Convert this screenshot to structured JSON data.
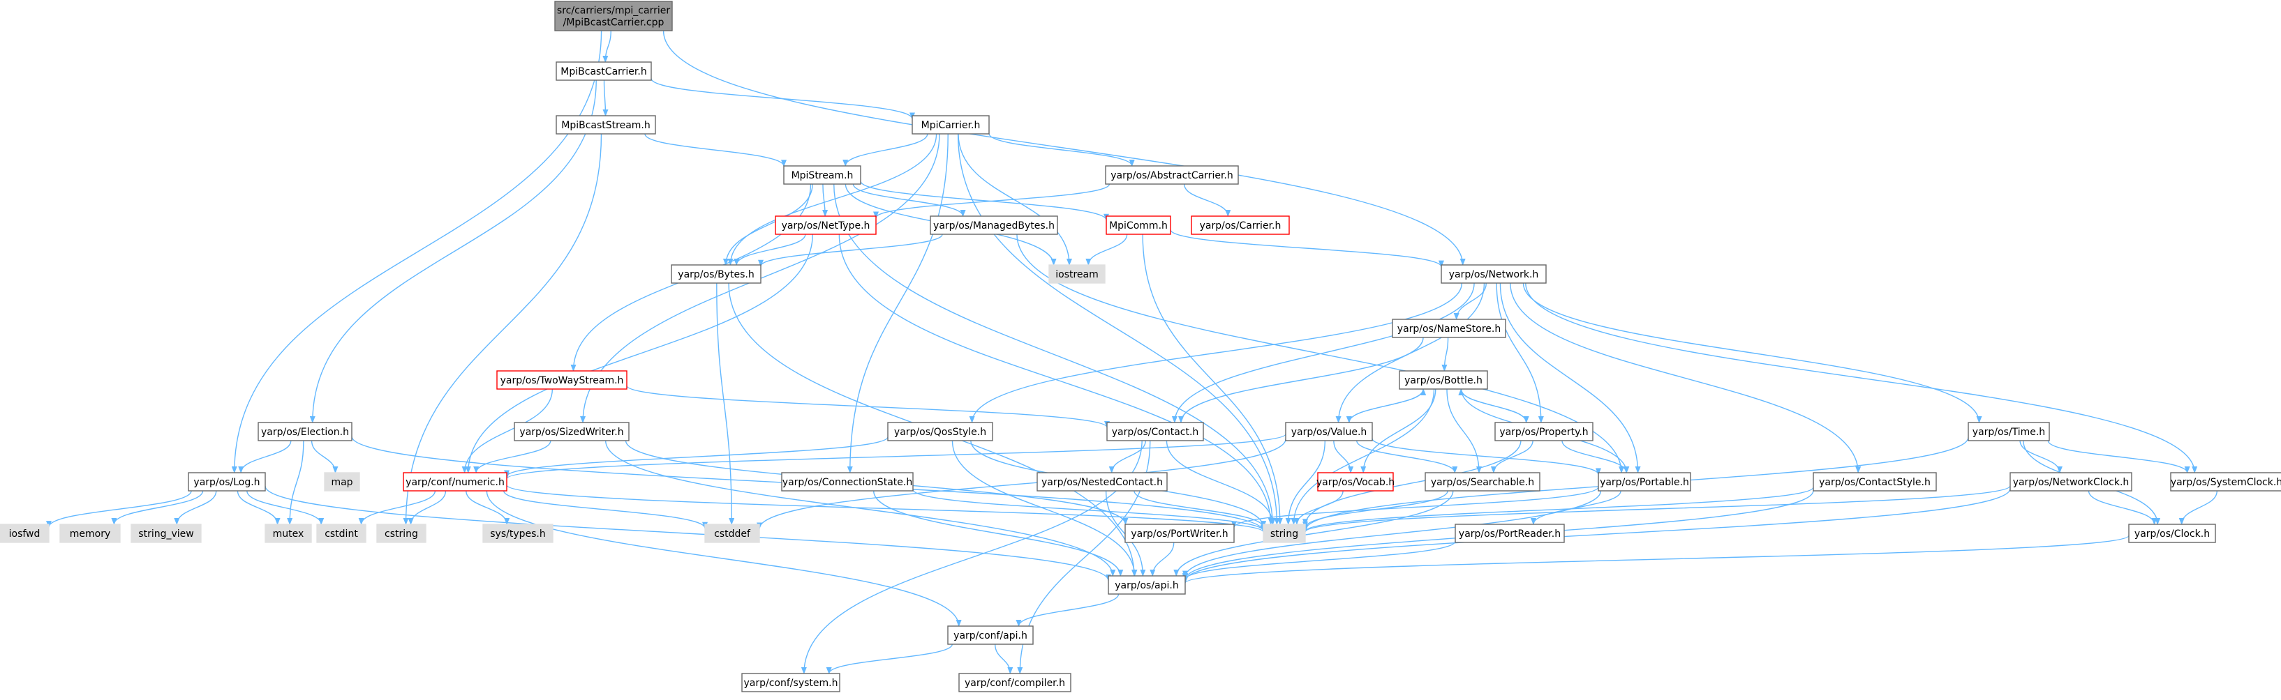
{
  "colors": {
    "edge": "#63b8ff",
    "default_border": "#666666",
    "default_fill": "#ffffff",
    "root_fill": "#999999",
    "root_border": "#666666",
    "external_fill": "#e0e0e0",
    "external_border": "#e0e0e0",
    "truncated_border": "#ff0000"
  },
  "nodes": [
    {
      "id": "root",
      "label": "src/carriers/mpi_carrier\n/MpiBcastCarrier.cpp",
      "kind": "root"
    },
    {
      "id": "mbc",
      "label": "MpiBcastCarrier.h",
      "kind": "default"
    },
    {
      "id": "mbs",
      "label": "MpiBcastStream.h",
      "kind": "default"
    },
    {
      "id": "mc",
      "label": "MpiCarrier.h",
      "kind": "default"
    },
    {
      "id": "ms",
      "label": "MpiStream.h",
      "kind": "default"
    },
    {
      "id": "abs",
      "label": "yarp/os/AbstractCarrier.h",
      "kind": "default"
    },
    {
      "id": "nettype",
      "label": "yarp/os/NetType.h",
      "kind": "truncated"
    },
    {
      "id": "mbytes",
      "label": "yarp/os/ManagedBytes.h",
      "kind": "default"
    },
    {
      "id": "mcomm",
      "label": "MpiComm.h",
      "kind": "truncated"
    },
    {
      "id": "carrier",
      "label": "yarp/os/Carrier.h",
      "kind": "truncated"
    },
    {
      "id": "iostream",
      "label": "iostream",
      "kind": "external"
    },
    {
      "id": "bytes",
      "label": "yarp/os/Bytes.h",
      "kind": "default"
    },
    {
      "id": "network",
      "label": "yarp/os/Network.h",
      "kind": "default"
    },
    {
      "id": "namestore",
      "label": "yarp/os/NameStore.h",
      "kind": "default"
    },
    {
      "id": "twoway",
      "label": "yarp/os/TwoWayStream.h",
      "kind": "truncated"
    },
    {
      "id": "bottle",
      "label": "yarp/os/Bottle.h",
      "kind": "default"
    },
    {
      "id": "election",
      "label": "yarp/os/Election.h",
      "kind": "default"
    },
    {
      "id": "map",
      "label": "map",
      "kind": "external"
    },
    {
      "id": "sizedw",
      "label": "yarp/os/SizedWriter.h",
      "kind": "default"
    },
    {
      "id": "qos",
      "label": "yarp/os/QosStyle.h",
      "kind": "default"
    },
    {
      "id": "contact",
      "label": "yarp/os/Contact.h",
      "kind": "default"
    },
    {
      "id": "value",
      "label": "yarp/os/Value.h",
      "kind": "default"
    },
    {
      "id": "property",
      "label": "yarp/os/Property.h",
      "kind": "default"
    },
    {
      "id": "time",
      "label": "yarp/os/Time.h",
      "kind": "default"
    },
    {
      "id": "log",
      "label": "yarp/os/Log.h",
      "kind": "default"
    },
    {
      "id": "numeric",
      "label": "yarp/conf/numeric.h",
      "kind": "truncated"
    },
    {
      "id": "connstate",
      "label": "yarp/os/ConnectionState.h",
      "kind": "default"
    },
    {
      "id": "nested",
      "label": "yarp/os/NestedContact.h",
      "kind": "default"
    },
    {
      "id": "vocab",
      "label": "yarp/os/Vocab.h",
      "kind": "truncated"
    },
    {
      "id": "searchable",
      "label": "yarp/os/Searchable.h",
      "kind": "default"
    },
    {
      "id": "portable",
      "label": "yarp/os/Portable.h",
      "kind": "default"
    },
    {
      "id": "contactstyle",
      "label": "yarp/os/ContactStyle.h",
      "kind": "default"
    },
    {
      "id": "netclock",
      "label": "yarp/os/NetworkClock.h",
      "kind": "default"
    },
    {
      "id": "sysclock",
      "label": "yarp/os/SystemClock.h",
      "kind": "default"
    },
    {
      "id": "iosfwd",
      "label": "iosfwd",
      "kind": "external"
    },
    {
      "id": "memory",
      "label": "memory",
      "kind": "external"
    },
    {
      "id": "string_view",
      "label": "string_view",
      "kind": "external"
    },
    {
      "id": "mutex",
      "label": "mutex",
      "kind": "external"
    },
    {
      "id": "cstdint",
      "label": "cstdint",
      "kind": "external"
    },
    {
      "id": "cstring",
      "label": "cstring",
      "kind": "external"
    },
    {
      "id": "systypes",
      "label": "sys/types.h",
      "kind": "external"
    },
    {
      "id": "cstddef",
      "label": "cstddef",
      "kind": "external"
    },
    {
      "id": "string",
      "label": "string",
      "kind": "external"
    },
    {
      "id": "portwriter",
      "label": "yarp/os/PortWriter.h",
      "kind": "default"
    },
    {
      "id": "portreader",
      "label": "yarp/os/PortReader.h",
      "kind": "default"
    },
    {
      "id": "clock",
      "label": "yarp/os/Clock.h",
      "kind": "default"
    },
    {
      "id": "osapi",
      "label": "yarp/os/api.h",
      "kind": "default"
    },
    {
      "id": "confapi",
      "label": "yarp/conf/api.h",
      "kind": "default"
    },
    {
      "id": "system",
      "label": "yarp/conf/system.h",
      "kind": "default"
    },
    {
      "id": "compiler",
      "label": "yarp/conf/compiler.h",
      "kind": "default"
    }
  ],
  "edges": [
    [
      "root",
      "mbc"
    ],
    [
      "root",
      "log"
    ],
    [
      "root",
      "network"
    ],
    [
      "mbc",
      "mbs"
    ],
    [
      "mbc",
      "mc"
    ],
    [
      "mbc",
      "election"
    ],
    [
      "mbs",
      "ms"
    ],
    [
      "mbs",
      "cstring"
    ],
    [
      "mc",
      "ms"
    ],
    [
      "mc",
      "abs"
    ],
    [
      "mc",
      "bytes"
    ],
    [
      "mc",
      "iostream"
    ],
    [
      "mc",
      "string"
    ],
    [
      "mc",
      "connstate"
    ],
    [
      "mc",
      "sizedw"
    ],
    [
      "ms",
      "nettype"
    ],
    [
      "ms",
      "mbytes"
    ],
    [
      "ms",
      "mcomm"
    ],
    [
      "ms",
      "bytes"
    ],
    [
      "ms",
      "iostream"
    ],
    [
      "ms",
      "twoway"
    ],
    [
      "ms",
      "string"
    ],
    [
      "abs",
      "carrier"
    ],
    [
      "abs",
      "nettype"
    ],
    [
      "nettype",
      "numeric"
    ],
    [
      "nettype",
      "bytes"
    ],
    [
      "nettype",
      "string"
    ],
    [
      "mbytes",
      "bytes"
    ],
    [
      "mbytes",
      "portable"
    ],
    [
      "mcomm",
      "iostream"
    ],
    [
      "mcomm",
      "string"
    ],
    [
      "mcomm",
      "network"
    ],
    [
      "bytes",
      "cstddef"
    ],
    [
      "bytes",
      "osapi"
    ],
    [
      "network",
      "namestore"
    ],
    [
      "network",
      "contact"
    ],
    [
      "network",
      "value"
    ],
    [
      "network",
      "property"
    ],
    [
      "network",
      "portable"
    ],
    [
      "network",
      "qos"
    ],
    [
      "network",
      "time"
    ],
    [
      "network",
      "contactstyle"
    ],
    [
      "network",
      "sysclock"
    ],
    [
      "namestore",
      "bottle"
    ],
    [
      "namestore",
      "contact"
    ],
    [
      "twoway",
      "contact"
    ],
    [
      "twoway",
      "numeric"
    ],
    [
      "bottle",
      "value"
    ],
    [
      "bottle",
      "property"
    ],
    [
      "bottle",
      "searchable"
    ],
    [
      "bottle",
      "portable"
    ],
    [
      "bottle",
      "vocab"
    ],
    [
      "bottle",
      "string"
    ],
    [
      "election",
      "log"
    ],
    [
      "election",
      "map"
    ],
    [
      "election",
      "mutex"
    ],
    [
      "election",
      "string"
    ],
    [
      "sizedw",
      "numeric"
    ],
    [
      "sizedw",
      "portwriter"
    ],
    [
      "sizedw",
      "osapi"
    ],
    [
      "qos",
      "numeric"
    ],
    [
      "qos",
      "string"
    ],
    [
      "qos",
      "osapi"
    ],
    [
      "contact",
      "nested"
    ],
    [
      "contact",
      "string"
    ],
    [
      "contact",
      "system"
    ],
    [
      "contact",
      "compiler"
    ],
    [
      "value",
      "bottle"
    ],
    [
      "value",
      "vocab"
    ],
    [
      "value",
      "searchable"
    ],
    [
      "value",
      "portable"
    ],
    [
      "value",
      "numeric"
    ],
    [
      "value",
      "cstddef"
    ],
    [
      "value",
      "string"
    ],
    [
      "property",
      "bottle"
    ],
    [
      "property",
      "searchable"
    ],
    [
      "property",
      "portable"
    ],
    [
      "property",
      "string"
    ],
    [
      "time",
      "netclock"
    ],
    [
      "time",
      "sysclock"
    ],
    [
      "time",
      "clock"
    ],
    [
      "time",
      "string"
    ],
    [
      "log",
      "iosfwd"
    ],
    [
      "log",
      "memory"
    ],
    [
      "log",
      "string_view"
    ],
    [
      "log",
      "mutex"
    ],
    [
      "log",
      "cstdint"
    ],
    [
      "log",
      "osapi"
    ],
    [
      "numeric",
      "cstdint"
    ],
    [
      "numeric",
      "cstring"
    ],
    [
      "numeric",
      "systypes"
    ],
    [
      "numeric",
      "cstddef"
    ],
    [
      "numeric",
      "string"
    ],
    [
      "numeric",
      "confapi"
    ],
    [
      "connstate",
      "string"
    ],
    [
      "connstate",
      "osapi"
    ],
    [
      "nested",
      "string"
    ],
    [
      "nested",
      "osapi"
    ],
    [
      "vocab",
      "string"
    ],
    [
      "searchable",
      "string"
    ],
    [
      "searchable",
      "osapi"
    ],
    [
      "portable",
      "portwriter"
    ],
    [
      "portable",
      "portreader"
    ],
    [
      "portable",
      "osapi"
    ],
    [
      "contactstyle",
      "string"
    ],
    [
      "contactstyle",
      "osapi"
    ],
    [
      "netclock",
      "clock"
    ],
    [
      "netclock",
      "string"
    ],
    [
      "netclock",
      "osapi"
    ],
    [
      "sysclock",
      "clock"
    ],
    [
      "portwriter",
      "osapi"
    ],
    [
      "portreader",
      "osapi"
    ],
    [
      "clock",
      "osapi"
    ],
    [
      "osapi",
      "confapi"
    ],
    [
      "confapi",
      "system"
    ],
    [
      "confapi",
      "compiler"
    ]
  ]
}
